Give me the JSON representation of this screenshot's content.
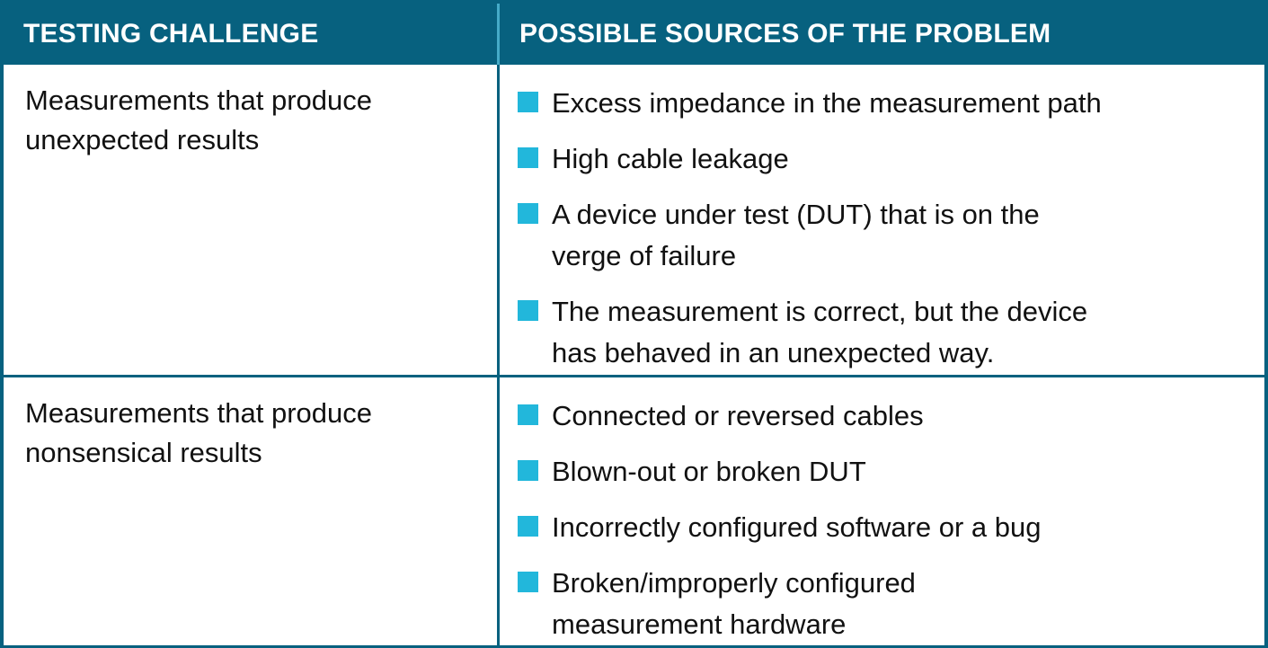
{
  "table": {
    "columns": [
      {
        "header": "TESTING CHALLENGE"
      },
      {
        "header": "POSSIBLE SOURCES OF THE PROBLEM"
      }
    ],
    "rows": [
      {
        "challenge": "Measurements that produce\nunexpected results",
        "sources": [
          "Excess impedance in the measurement path",
          "High cable leakage",
          "A device under test (DUT) that is on the\nverge of failure",
          "The measurement is correct, but the device\nhas behaved in an unexpected way."
        ]
      },
      {
        "challenge": "Measurements that produce\nnonsensical results",
        "sources": [
          "Connected or reversed cables",
          "Blown-out or broken DUT",
          "Incorrectly configured software or a bug",
          "Broken/improperly configured\nmeasurement hardware"
        ]
      }
    ]
  },
  "colors": {
    "header_background": "#07617F",
    "header_text": "#FFFFFF",
    "border": "#07617F",
    "header_column_divider": "#45ABC8",
    "bullet": "#22B7DB",
    "body_text": "#111111"
  },
  "icons": {
    "bullet": "square-bullet-icon"
  }
}
